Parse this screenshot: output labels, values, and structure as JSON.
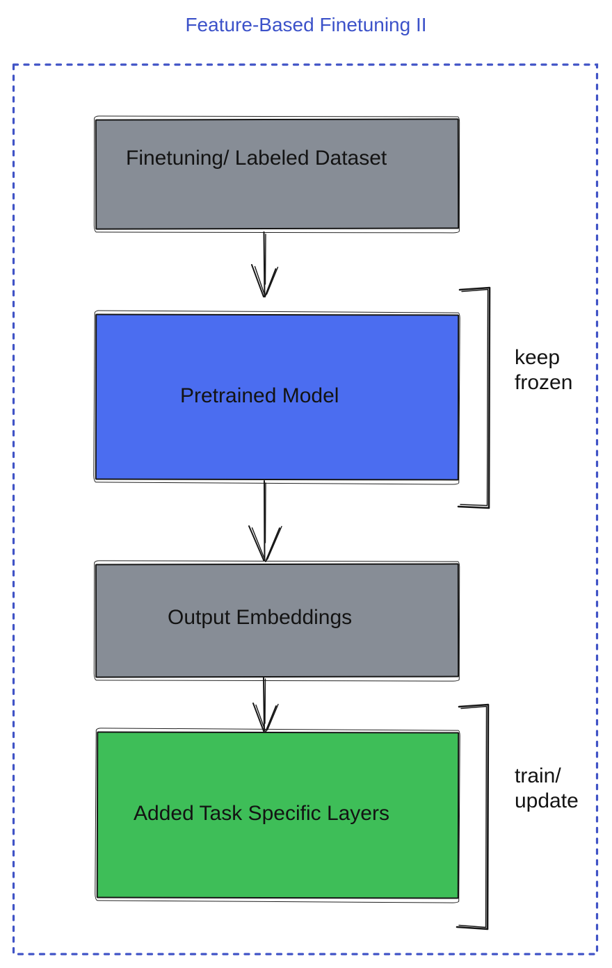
{
  "title": "Feature-Based Finetuning II",
  "colors": {
    "title_text": "#3c52c9",
    "dotted_frame": "#4053c6",
    "node_gray": "#878d96",
    "node_blue": "#4b6df0",
    "node_green": "#3ebe58",
    "ink": "#171717"
  },
  "nodes": [
    {
      "id": "finetuning-dataset",
      "label": "Finetuning/ Labeled Dataset",
      "fill": "#878d96"
    },
    {
      "id": "pretrained-model",
      "label": "Pretrained Model",
      "fill": "#4b6df0"
    },
    {
      "id": "output-embeddings",
      "label": "Output Embeddings",
      "fill": "#878d96"
    },
    {
      "id": "added-task-layers",
      "label": "Added Task Specific Layers",
      "fill": "#3ebe58"
    }
  ],
  "annotations": [
    {
      "id": "keep-frozen",
      "text": "keep\nfrozen",
      "applies_to": "pretrained-model"
    },
    {
      "id": "train-update",
      "text": "train/\nupdate",
      "applies_to": "added-task-layers"
    }
  ]
}
